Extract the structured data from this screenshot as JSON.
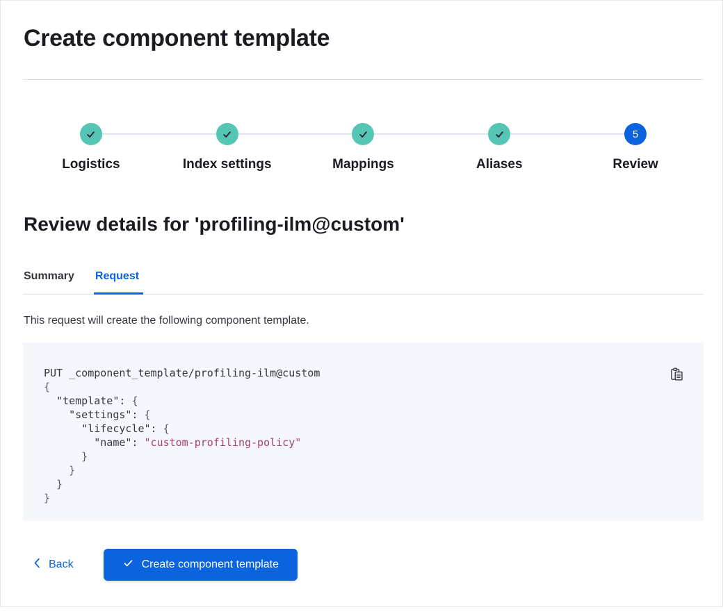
{
  "page": {
    "title": "Create component template"
  },
  "stepper": {
    "steps": [
      {
        "label": "Logistics",
        "status": "complete"
      },
      {
        "label": "Index settings",
        "status": "complete"
      },
      {
        "label": "Mappings",
        "status": "complete"
      },
      {
        "label": "Aliases",
        "status": "complete"
      },
      {
        "label": "Review",
        "status": "current",
        "number": "5"
      }
    ]
  },
  "review": {
    "heading": "Review details for 'profiling-ilm@custom'",
    "tabs": [
      {
        "label": "Summary",
        "selected": false
      },
      {
        "label": "Request",
        "selected": true
      }
    ],
    "description": "This request will create the following component template."
  },
  "code_block": {
    "copy_icon": "copy-clipboard-icon",
    "lines": [
      [
        {
          "t": "PUT _component_template/profiling-ilm@custom",
          "c": "plain"
        }
      ],
      [
        {
          "t": "{",
          "c": "punct"
        }
      ],
      [
        {
          "t": "  ",
          "c": "plain"
        },
        {
          "t": "\"template\"",
          "c": "key"
        },
        {
          "t": ": ",
          "c": "plain"
        },
        {
          "t": "{",
          "c": "punct"
        }
      ],
      [
        {
          "t": "    ",
          "c": "plain"
        },
        {
          "t": "\"settings\"",
          "c": "key"
        },
        {
          "t": ": ",
          "c": "plain"
        },
        {
          "t": "{",
          "c": "punct"
        }
      ],
      [
        {
          "t": "      ",
          "c": "plain"
        },
        {
          "t": "\"lifecycle\"",
          "c": "key"
        },
        {
          "t": ": ",
          "c": "plain"
        },
        {
          "t": "{",
          "c": "punct"
        }
      ],
      [
        {
          "t": "        ",
          "c": "plain"
        },
        {
          "t": "\"name\"",
          "c": "key"
        },
        {
          "t": ": ",
          "c": "plain"
        },
        {
          "t": "\"custom-profiling-policy\"",
          "c": "string"
        }
      ],
      [
        {
          "t": "      }",
          "c": "punct"
        }
      ],
      [
        {
          "t": "    }",
          "c": "punct"
        }
      ],
      [
        {
          "t": "  }",
          "c": "punct"
        }
      ],
      [
        {
          "t": "}",
          "c": "punct"
        }
      ]
    ]
  },
  "footer": {
    "back_label": "Back",
    "create_label": "Create component template"
  },
  "colors": {
    "primary": "#0b64dd",
    "success_teal": "#54c6b3",
    "code_string": "#a5426f",
    "code_bg": "#f5f7fc"
  }
}
